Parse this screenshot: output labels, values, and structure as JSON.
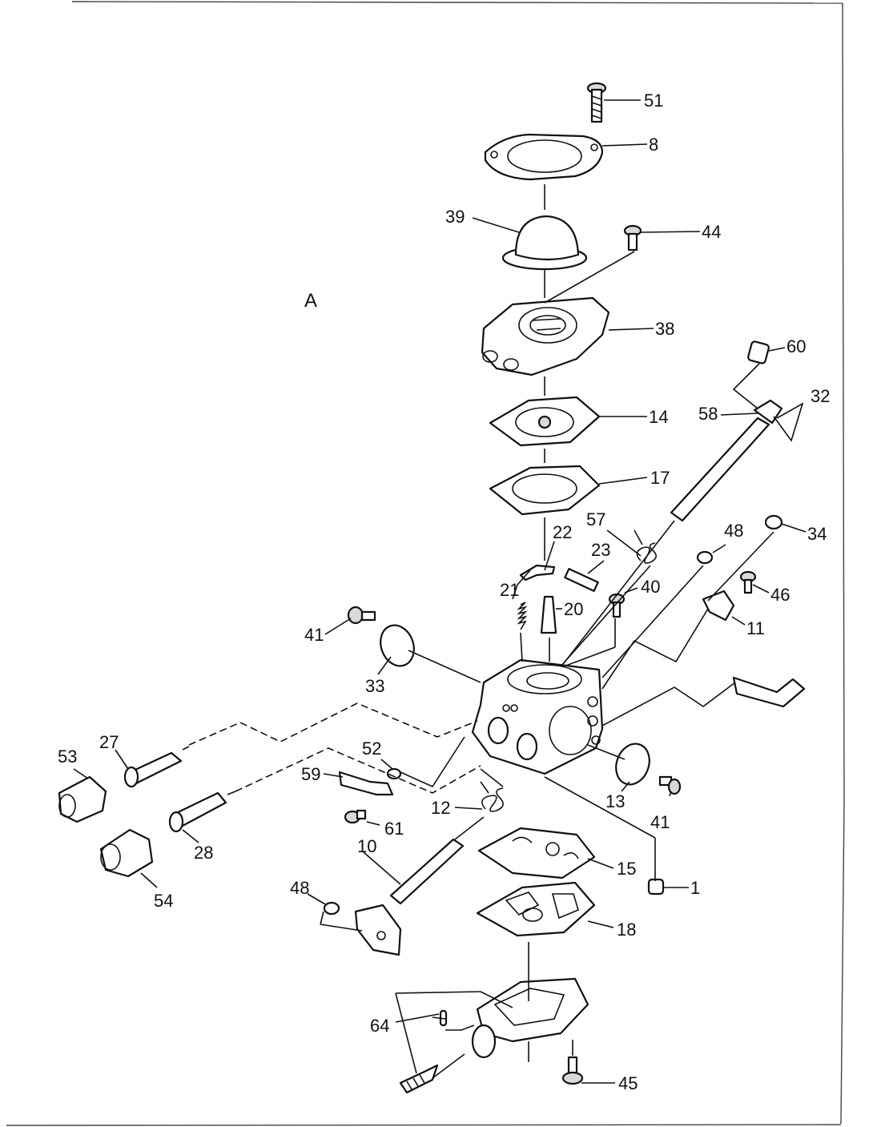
{
  "diagram": {
    "view_label": "A",
    "parts": [
      {
        "id": "p51",
        "label": "51"
      },
      {
        "id": "p8",
        "label": "8"
      },
      {
        "id": "p39",
        "label": "39"
      },
      {
        "id": "p44",
        "label": "44"
      },
      {
        "id": "p38",
        "label": "38"
      },
      {
        "id": "p60",
        "label": "60"
      },
      {
        "id": "p58",
        "label": "58"
      },
      {
        "id": "p32",
        "label": "32"
      },
      {
        "id": "p14",
        "label": "14"
      },
      {
        "id": "p17",
        "label": "17"
      },
      {
        "id": "p57",
        "label": "57"
      },
      {
        "id": "p48a",
        "label": "48"
      },
      {
        "id": "p34",
        "label": "34"
      },
      {
        "id": "p22",
        "label": "22"
      },
      {
        "id": "p23",
        "label": "23"
      },
      {
        "id": "p21",
        "label": "21"
      },
      {
        "id": "p20",
        "label": "20"
      },
      {
        "id": "p40",
        "label": "40"
      },
      {
        "id": "p46",
        "label": "46"
      },
      {
        "id": "p11",
        "label": "11"
      },
      {
        "id": "p41a",
        "label": "41"
      },
      {
        "id": "p33",
        "label": "33"
      },
      {
        "id": "p27",
        "label": "27"
      },
      {
        "id": "p53",
        "label": "53"
      },
      {
        "id": "p52",
        "label": "52"
      },
      {
        "id": "p59",
        "label": "59"
      },
      {
        "id": "p12",
        "label": "12"
      },
      {
        "id": "p13",
        "label": "13"
      },
      {
        "id": "p41b",
        "label": "41"
      },
      {
        "id": "p61",
        "label": "61"
      },
      {
        "id": "p28",
        "label": "28"
      },
      {
        "id": "p54",
        "label": "54"
      },
      {
        "id": "p10",
        "label": "10"
      },
      {
        "id": "p15",
        "label": "15"
      },
      {
        "id": "p1",
        "label": "1"
      },
      {
        "id": "p48b",
        "label": "48"
      },
      {
        "id": "p18",
        "label": "18"
      },
      {
        "id": "p64",
        "label": "64"
      },
      {
        "id": "p45",
        "label": "45"
      }
    ]
  }
}
